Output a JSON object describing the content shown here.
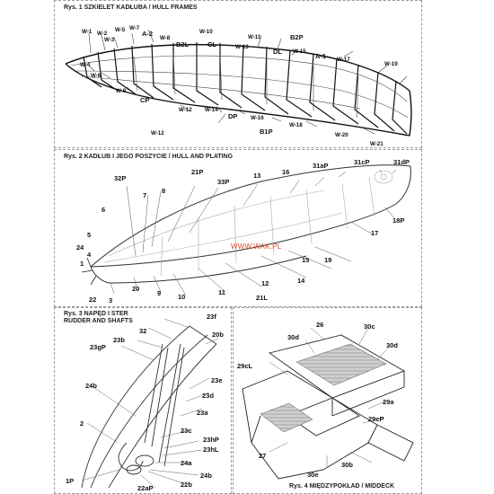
{
  "panels": {
    "p1": {
      "title": "Rys. 1  SZKIELET KADŁUBA / HULL FRAMES",
      "labels": [
        "W-1",
        "W-2",
        "W-3",
        "W-5",
        "W-7",
        "A-2",
        "W-8",
        "B2L",
        "CL",
        "W-10",
        "W-11",
        "W-13",
        "B2P",
        "DL",
        "W-15",
        "A-1",
        "W-17",
        "W-19",
        "W-4",
        "W-6",
        "W-9",
        "CP",
        "W-12",
        "W-14",
        "DP",
        "W-16",
        "B1P",
        "W-18",
        "W-12",
        "W-20",
        "W-21"
      ]
    },
    "p2": {
      "title": "Rys. 2  KADŁUB I JEGO POSZYCIE / HULL AND PLATING",
      "watermark": "WWW.WAK.PL",
      "labels": [
        "32P",
        "21P",
        "33P",
        "13",
        "16",
        "31aP",
        "31cP",
        "31dP",
        "7",
        "8",
        "6",
        "5",
        "24",
        "4",
        "1",
        "18P",
        "17",
        "15",
        "19",
        "14",
        "12",
        "21L",
        "11",
        "10",
        "9",
        "20",
        "22",
        "3"
      ]
    },
    "p3": {
      "title_line1": "Rys. 3 NAPĘD I STER",
      "title_line2": "RUDDER AND SHAFTS",
      "labels": [
        "23f",
        "32",
        "20b",
        "23b",
        "23gP",
        "24b",
        "23e",
        "23d",
        "23a",
        "2",
        "23c",
        "23hP",
        "23hL",
        "24a",
        "24b",
        "1P",
        "22aP",
        "22b"
      ]
    },
    "p4": {
      "title": "Rys. 4 MIĘDZYPOKŁAD / MIDDECK",
      "labels": [
        "26",
        "30c",
        "30d",
        "30d",
        "29cL",
        "29a",
        "29cP",
        "27",
        "30b",
        "30e"
      ]
    }
  }
}
